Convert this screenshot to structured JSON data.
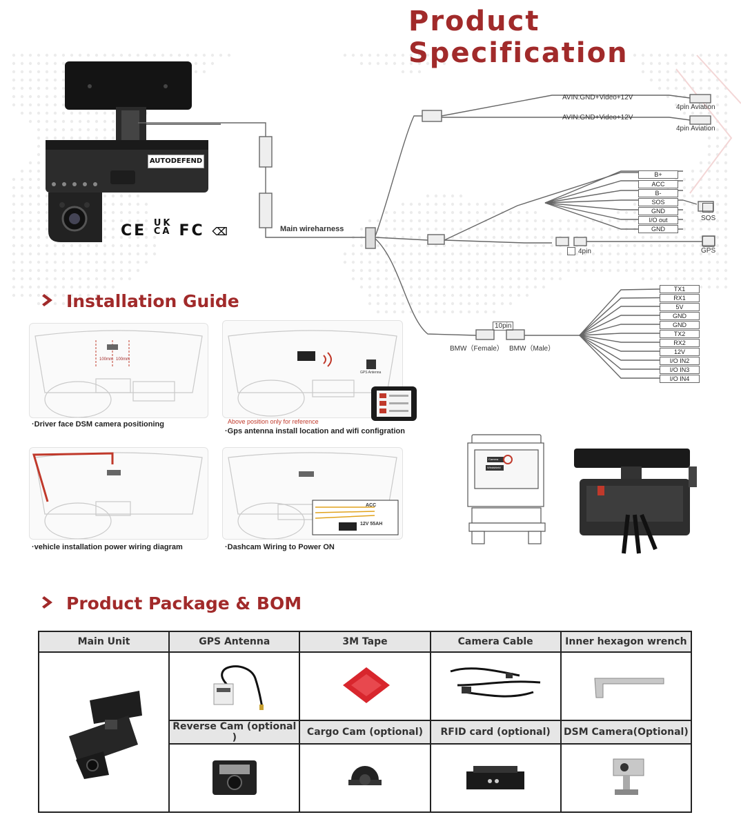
{
  "title": "Product Specification",
  "device": {
    "brand_label": "AUTODEFEND",
    "certifications": [
      "CE",
      "UK CA",
      "FC",
      "WEEE"
    ]
  },
  "wiring": {
    "main_harness": "Main wireharness",
    "avin1": "AVIN:GND+Video+12V",
    "avin2": "AVIN:GND+Video+12V",
    "aviation1": "4pin Aviation",
    "aviation2": "4pin Aviation",
    "power_wires": [
      "B+",
      "ACC",
      "B-",
      "SOS",
      "GND",
      "I/O out",
      "GND"
    ],
    "sos_label": "SOS",
    "gps_label": "GPS",
    "fourpin_label": "4pin",
    "tenpin_label": "10pin",
    "bmw_female": "BMW（Female）",
    "bmw_male": "BMW（Male）",
    "io_wires": [
      "TX1",
      "RX1",
      "5V",
      "GND",
      "GND",
      "TX2",
      "RX2",
      "12V",
      "I/O IN2",
      "I/O IN3",
      "I/O IN4"
    ]
  },
  "installation": {
    "heading": "Installation Guide",
    "cap1": "·Driver face DSM camera positioning",
    "cap2_note": "Above position only for reference",
    "cap2": "·Gps antenna install location and wifi configration",
    "cap3": "·vehicle installation power wiring diagram",
    "cap4": "·Dashcam Wiring to Power ON",
    "dim1": "100mm",
    "dim2": "100mm",
    "gps_antenna_tag": "GPS Antenna",
    "battery_label": "12V 55AH",
    "acc_label": "ACC",
    "truck_camera": "Camera",
    "truck_windshield": "Windshield"
  },
  "package": {
    "heading": "Product Package & BOM",
    "row1": [
      "Main Unit",
      "GPS Antenna",
      "3M Tape",
      "Camera Cable",
      "Inner hexagon wrench"
    ],
    "row2": [
      "Reverse Cam (optional )",
      "Cargo Cam (optional)",
      "RFID card (optional)",
      "DSM Camera(Optional)"
    ]
  },
  "colors": {
    "accent": "#a12a2a",
    "line": "#666666"
  }
}
